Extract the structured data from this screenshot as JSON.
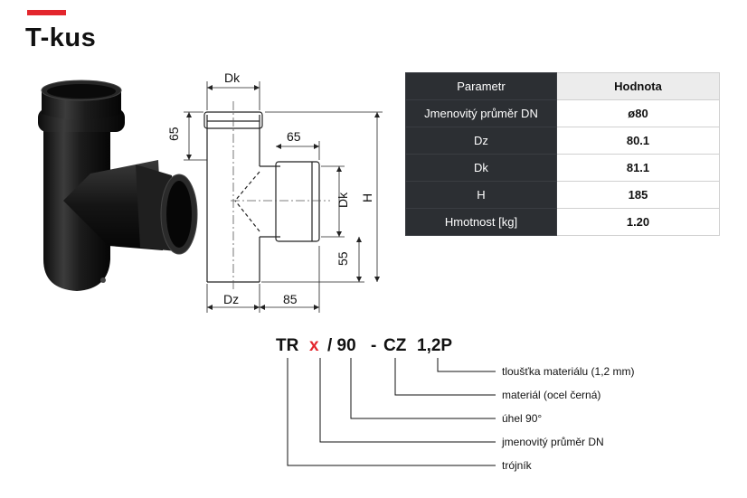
{
  "page": {
    "title": "T-kus",
    "accent_color": "#e3262d"
  },
  "drawing": {
    "labels": {
      "dk_top": "Dk",
      "dim_65_vertical": "65",
      "dim_65_horizontal": "65",
      "dk_side": "Dk",
      "h": "H",
      "dim_55": "55",
      "dz_bottom": "Dz",
      "dim_85": "85"
    }
  },
  "table": {
    "headers": [
      "Parametr",
      "Hodnota"
    ],
    "rows": [
      {
        "param": "Jmenovitý průměr DN",
        "value": "ø80"
      },
      {
        "param": "Dz",
        "value": "80.1"
      },
      {
        "param": "Dk",
        "value": "81.1"
      },
      {
        "param": "H",
        "value": "185"
      },
      {
        "param": "Hmotnost [kg]",
        "value": "1.20"
      }
    ]
  },
  "product_code": {
    "tr": "TR",
    "x": "x",
    "slash_90": "/ 90",
    "dash": "-",
    "cz": "CZ",
    "thickness": "1,2P",
    "x_color": "#e3262d",
    "legend": [
      "tloušťka materiálu (1,2 mm)",
      "materiál (ocel černá)",
      "úhel 90°",
      "jmenovitý průměr DN",
      "trójník"
    ]
  }
}
